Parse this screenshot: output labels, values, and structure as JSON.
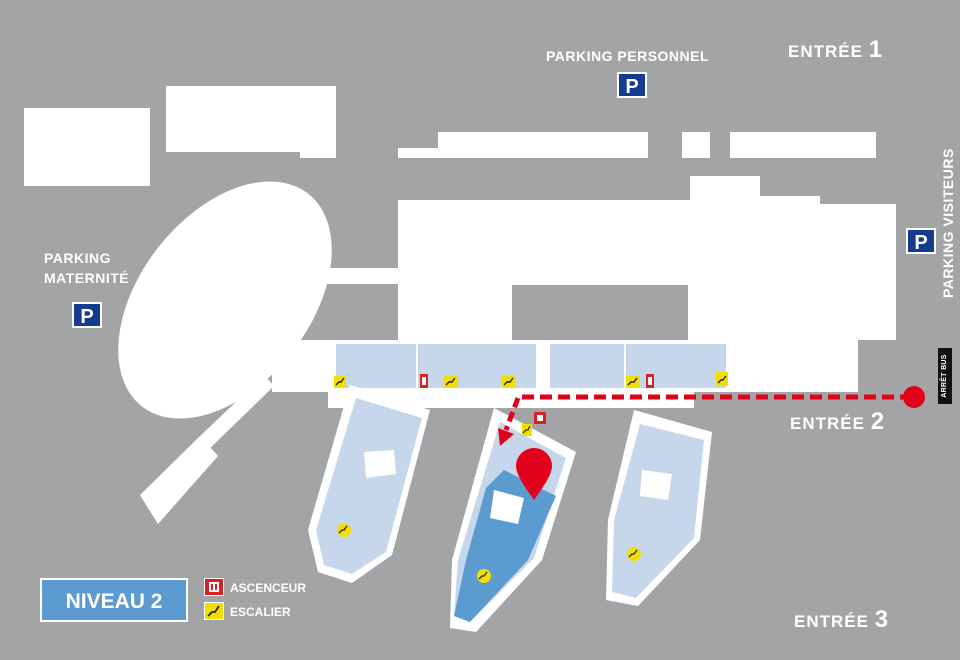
{
  "map": {
    "colors": {
      "background": "#a3a4a6",
      "building": "#ffffff",
      "wing_light": "#c6d7ec",
      "wing_current": "#5b9bd0",
      "parking": "#133d8c",
      "route": "#e3001b",
      "lift": "#d92027",
      "stairs": "#f2df00"
    },
    "parking_sign": "P",
    "parkings": [
      {
        "name": "PARKING PERSONNEL"
      },
      {
        "name_line1": "PARKING",
        "name_line2": "MATERNITÉ"
      },
      {
        "name": "PARKING VISITEURS"
      }
    ],
    "entrances": [
      {
        "word": "ENTRÉE",
        "number": "1"
      },
      {
        "word": "ENTRÉE",
        "number": "2"
      },
      {
        "word": "ENTRÉE",
        "number": "3"
      }
    ],
    "bus_stop": "ARRÊT BUS",
    "level": "NIVEAU 2",
    "legend": {
      "lift": "ASCENCEUR",
      "stairs": "ESCALIER"
    },
    "icons": [
      "lift-icon",
      "stairs-icon",
      "location-pin-icon",
      "route-dot-icon"
    ]
  }
}
